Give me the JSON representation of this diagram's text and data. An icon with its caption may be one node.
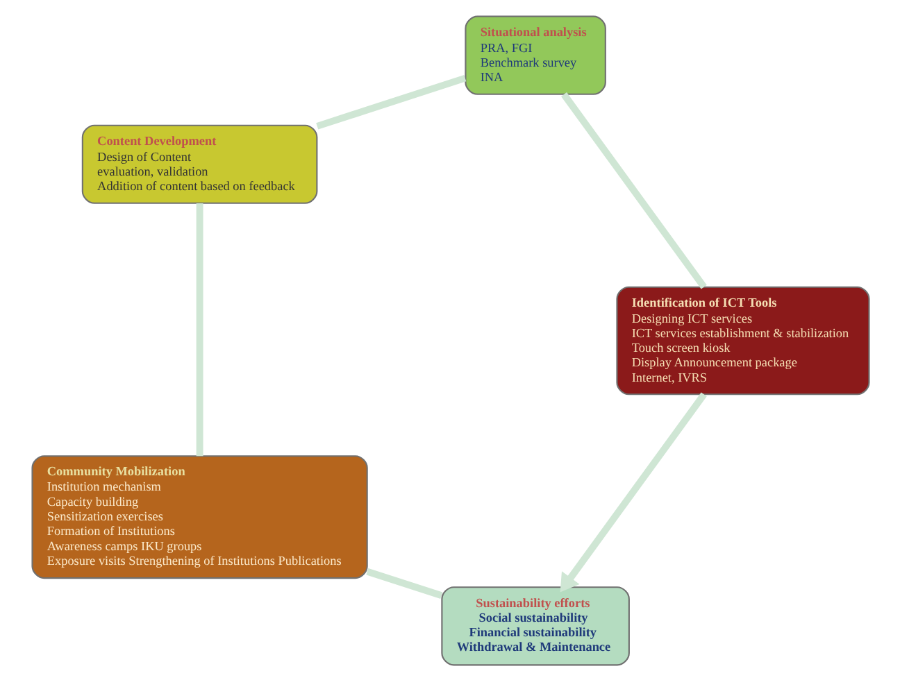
{
  "diagram": {
    "nodes": [
      {
        "text": [
          "Sustainability efforts",
          "Social sustainability",
          "Financial sustainability",
          "Withdrawal & Maintenance"
        ]
      },
      {
        "text": [
          "Community Mobilization",
          "Institution mechanism",
          "Capacity building",
          "Sensitization exercises",
          "Formation of Institutions",
          "Awareness camps IKU groups",
          "Exposure visits Strengthening of Institutions Publications"
        ]
      },
      {
        "text": [
          "Content Development",
          "Design of Content",
          "evaluation, validation",
          "Addition of content based on feedback"
        ]
      },
      {
        "text": [
          "Situational analysis",
          "PRA, FGI",
          "Benchmark survey",
          "INA"
        ]
      },
      {
        "text": [
          "Identification of ICT Tools",
          "Designing ICT services",
          "ICT services establishment & stabilization",
          "Touch screen kiosk",
          "Display Announcement package",
          "Internet, IVRS"
        ]
      }
    ],
    "edges": [
      {
        "from": 0,
        "to": 1,
        "arrow": "none"
      },
      {
        "from": 1,
        "to": 2,
        "arrow": "none"
      },
      {
        "from": 2,
        "to": 3,
        "arrow": "none"
      },
      {
        "from": 3,
        "to": 4,
        "arrow": "none"
      },
      {
        "from": 4,
        "to": 0,
        "arrow": "to"
      }
    ]
  }
}
